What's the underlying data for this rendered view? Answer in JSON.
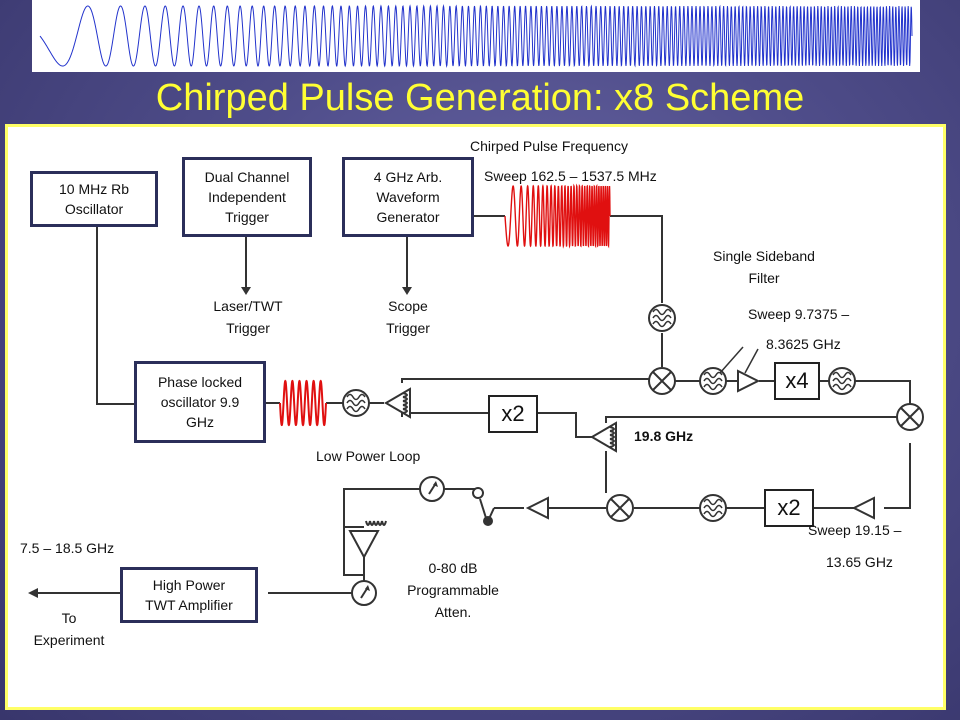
{
  "title": "Chirped Pulse Generation: x8 Scheme",
  "colors": {
    "background": "#4f4d8a",
    "title": "#ffff33",
    "panel_border": "#ffff66",
    "box_border": "#2b2f5a",
    "chirp": "#e01010",
    "banner_wave": "#2233cc"
  },
  "boxes": {
    "rb_oscillator": "10 MHz Rb\nOscillator",
    "dual_trigger": "Dual Channel\nIndependent\nTrigger",
    "awg": "4 GHz Arb.\nWaveform\nGenerator",
    "pll": "Phase locked\noscillator 9.9\nGHz",
    "twt_amp": "High Power\nTWT Amplifier"
  },
  "multipliers": {
    "x4": "x4",
    "x2_upper": "x2",
    "x2_lower": "x2"
  },
  "labels": {
    "chirp_freq": "Chirped Pulse Frequency",
    "chirp_sweep": "Sweep 162.5 – 1537.5 MHz",
    "laser_twt_trigger": "Laser/TWT\nTrigger",
    "scope_trigger": "Scope\nTrigger",
    "ssb_filter": "Single Sideband\nFilter",
    "sweep_x4": "Sweep 9.7375 –",
    "sweep_x4_end": "8.3625 GHz",
    "freq_19_8": "19.8 GHz",
    "low_power_loop": "Low Power Loop",
    "sweep_final": "Sweep 19.15 –",
    "sweep_final_end": "13.65 GHz",
    "output_range": "7.5 – 18.5 GHz",
    "attenuator": "0-80 dB\nProgrammable\nAtten.",
    "to_experiment": "To\nExperiment"
  },
  "icons": [
    "mixer-icon",
    "filter-icon",
    "amplifier-icon",
    "power-splitter-icon",
    "power-meter-icon",
    "switch-icon",
    "chirp-waveform-icon",
    "sine-waveform-icon"
  ]
}
